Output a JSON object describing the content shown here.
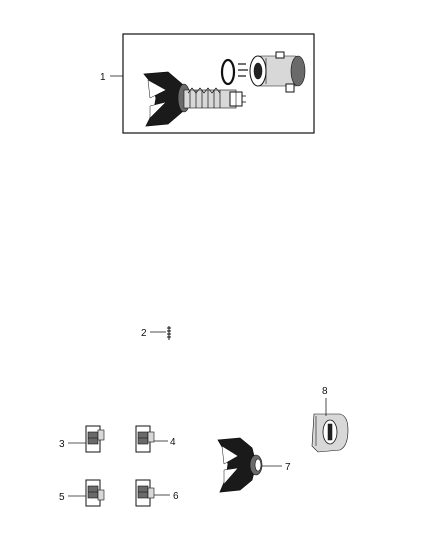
{
  "callouts": [
    {
      "id": "1",
      "label": "1"
    },
    {
      "id": "2",
      "label": "2"
    },
    {
      "id": "3",
      "label": "3"
    },
    {
      "id": "4",
      "label": "4"
    },
    {
      "id": "5",
      "label": "5"
    },
    {
      "id": "6",
      "label": "6"
    },
    {
      "id": "7",
      "label": "7"
    },
    {
      "id": "8",
      "label": "8"
    }
  ],
  "parts": [
    {
      "callout": "1",
      "icon": "lock-cylinder-assembly-icon"
    },
    {
      "callout": "2",
      "icon": "spring-icon"
    },
    {
      "callout": "3",
      "icon": "tumbler-icon"
    },
    {
      "callout": "4",
      "icon": "tumbler-icon"
    },
    {
      "callout": "5",
      "icon": "tumbler-icon"
    },
    {
      "callout": "6",
      "icon": "tumbler-icon"
    },
    {
      "callout": "7",
      "icon": "cylinder-cap-icon"
    },
    {
      "callout": "8",
      "icon": "retainer-clip-icon"
    }
  ]
}
